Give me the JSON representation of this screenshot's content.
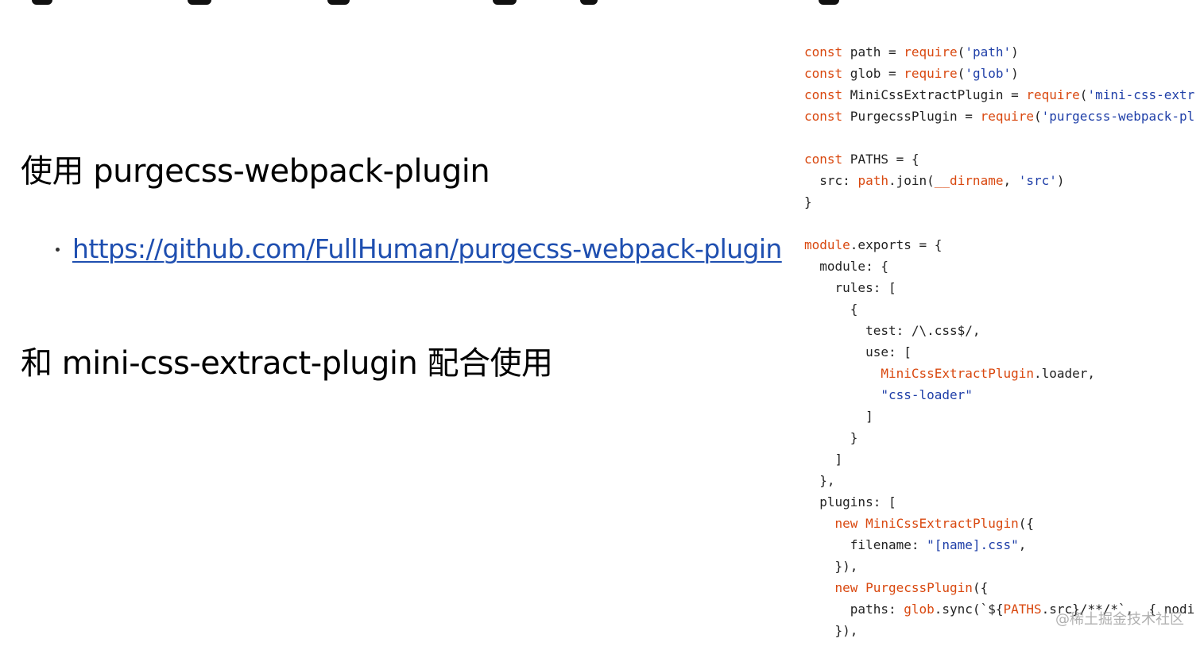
{
  "slide": {
    "heading1": "使用 purgecss-webpack-plugin",
    "bullet_link": "https://github.com/FullHuman/purgecss-webpack-plugin",
    "heading2": "和 mini-css-extract-plugin 配合使用"
  },
  "code": {
    "lines": [
      [
        [
          "kw",
          "const"
        ],
        [
          "p",
          " path = "
        ],
        [
          "fn",
          "require"
        ],
        [
          "p",
          "("
        ],
        [
          "str",
          "'path'"
        ],
        [
          "p",
          ")"
        ]
      ],
      [
        [
          "kw",
          "const"
        ],
        [
          "p",
          " glob = "
        ],
        [
          "fn",
          "require"
        ],
        [
          "p",
          "("
        ],
        [
          "str",
          "'glob'"
        ],
        [
          "p",
          ")"
        ]
      ],
      [
        [
          "kw",
          "const"
        ],
        [
          "p",
          " MiniCssExtractPlugin = "
        ],
        [
          "fn",
          "require"
        ],
        [
          "p",
          "("
        ],
        [
          "str",
          "'mini-css-extr"
        ]
      ],
      [
        [
          "kw",
          "const"
        ],
        [
          "p",
          " PurgecssPlugin = "
        ],
        [
          "fn",
          "require"
        ],
        [
          "p",
          "("
        ],
        [
          "str",
          "'purgecss-webpack-pl"
        ]
      ],
      [],
      [
        [
          "kw",
          "const"
        ],
        [
          "p",
          " PATHS = {"
        ]
      ],
      [
        [
          "p",
          "  src: "
        ],
        [
          "fn",
          "path"
        ],
        [
          "p",
          ".join("
        ],
        [
          "fn",
          "__dirname"
        ],
        [
          "p",
          ", "
        ],
        [
          "str",
          "'src'"
        ],
        [
          "p",
          ")"
        ]
      ],
      [
        [
          "p",
          "}"
        ]
      ],
      [],
      [
        [
          "fn",
          "module"
        ],
        [
          "p",
          ".exports = {"
        ]
      ],
      [
        [
          "p",
          "  module: {"
        ]
      ],
      [
        [
          "p",
          "    rules: ["
        ]
      ],
      [
        [
          "p",
          "      {"
        ]
      ],
      [
        [
          "p",
          "        test: /\\.css$/,"
        ]
      ],
      [
        [
          "p",
          "        use: ["
        ]
      ],
      [
        [
          "p",
          "          "
        ],
        [
          "fn",
          "MiniCssExtractPlugin"
        ],
        [
          "p",
          ".loader,"
        ]
      ],
      [
        [
          "p",
          "          "
        ],
        [
          "str",
          "\"css-loader\""
        ]
      ],
      [
        [
          "p",
          "        ]"
        ]
      ],
      [
        [
          "p",
          "      }"
        ]
      ],
      [
        [
          "p",
          "    ]"
        ]
      ],
      [
        [
          "p",
          "  },"
        ]
      ],
      [
        [
          "p",
          "  plugins: ["
        ]
      ],
      [
        [
          "p",
          "    "
        ],
        [
          "kw",
          "new"
        ],
        [
          "p",
          " "
        ],
        [
          "fn",
          "MiniCssExtractPlugin"
        ],
        [
          "p",
          "({"
        ]
      ],
      [
        [
          "p",
          "      filename: "
        ],
        [
          "str",
          "\"[name].css\""
        ],
        [
          "p",
          ","
        ]
      ],
      [
        [
          "p",
          "    }),"
        ]
      ],
      [
        [
          "p",
          "    "
        ],
        [
          "kw",
          "new"
        ],
        [
          "p",
          " "
        ],
        [
          "fn",
          "PurgecssPlugin"
        ],
        [
          "p",
          "({"
        ]
      ],
      [
        [
          "p",
          "      paths: "
        ],
        [
          "fn",
          "glob"
        ],
        [
          "p",
          ".sync(`${"
        ],
        [
          "fn",
          "PATHS"
        ],
        [
          "p",
          ".src}/**/*`,  { nodi"
        ]
      ],
      [
        [
          "p",
          "    }),"
        ]
      ],
      [
        [
          "p",
          "  ]"
        ]
      ]
    ]
  },
  "watermark": "@稀土掘金技术社区",
  "colors": {
    "keyword": "#d9480f",
    "string": "#1f3fa8",
    "link": "#1f4fb0"
  }
}
